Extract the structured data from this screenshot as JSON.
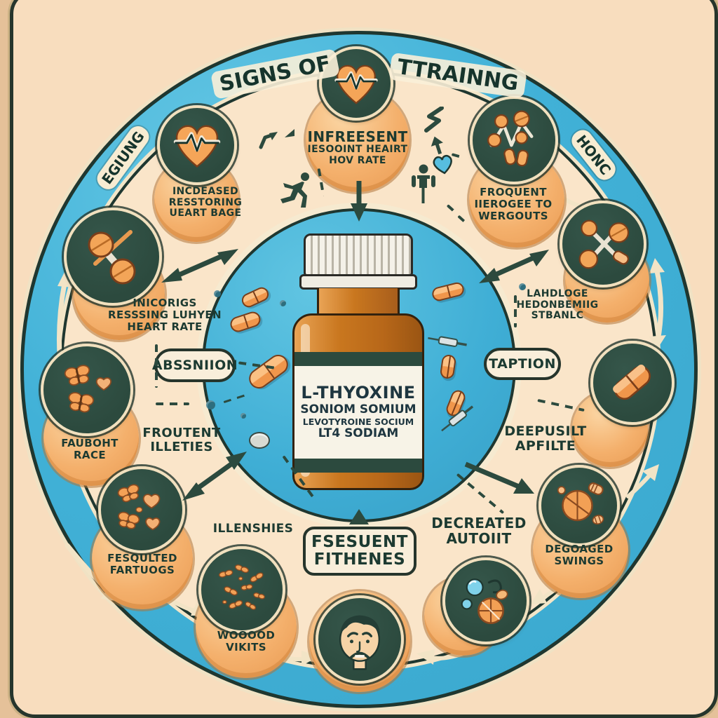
{
  "arc_title": {
    "left": "SIGNS OF",
    "right": "TTRAINNG"
  },
  "ring_tags": {
    "left": "EGIUNG",
    "right": "HONC"
  },
  "bottle": {
    "line1": "L-THYOXINE",
    "line2": "SONIOM SOMIUM",
    "line3": "LEVOTYROINE SOCIUM",
    "line4": "LT4 SODIAM"
  },
  "callouts": {
    "absorption": "ABSSNIION",
    "taption": "TAPTION",
    "fitness1": "FSESUENT",
    "fitness2": "FITHENES"
  },
  "badges": [
    {
      "id": "top-heart",
      "icon": "heart-ecg-icon",
      "lines": [
        "INFREESENT",
        "IESOOINT HEAIRT",
        "HOV RATE"
      ]
    },
    {
      "id": "upper-left-heart",
      "icon": "heart-ecg-icon",
      "lines": [
        "INCDEASED",
        "RESSTORING",
        "UEART BAGE"
      ]
    },
    {
      "id": "dumbbell-pills",
      "icon": "pill-dumbbell-icon",
      "lines": [
        "INICORIGS",
        "RESSSING LUHYEN",
        "HEART RATE"
      ]
    },
    {
      "id": "left-butterflies",
      "icon": "butterflies-icon",
      "lines": [
        "FAUBOHT",
        "RACE"
      ]
    },
    {
      "id": "lower-left-butterflies",
      "icon": "butterflies-hearts-icon",
      "lines": [
        "FESQULTED",
        "FARTUOGS"
      ]
    },
    {
      "id": "moths",
      "icon": "moths-icon",
      "lines": [
        "WOOOOD",
        "VIKITS"
      ]
    },
    {
      "id": "sad-face",
      "icon": "sad-face-icon",
      "lines": []
    },
    {
      "id": "bubbles-orange",
      "icon": "bubbles-orange-icon",
      "lines": []
    },
    {
      "id": "sliced-pill",
      "icon": "sliced-pill-icon",
      "lines": [
        "DEGOAGED",
        "SWINGS"
      ]
    },
    {
      "id": "capsule",
      "icon": "capsule-icon",
      "lines": []
    },
    {
      "id": "cross-pills",
      "icon": "cross-pills-icon",
      "lines": []
    },
    {
      "id": "pills-ecg",
      "icon": "pills-ecg-icon",
      "lines": [
        "FROQUENT",
        "IIEROGEE TO",
        "WERGOUTS"
      ]
    }
  ],
  "free_labels": {
    "froutent1": "FROUTENT",
    "froutent2": "ILLETIES",
    "illenshies": "ILLENSHIES",
    "decreated1": "DECREATED",
    "decreated2": "AUTOIIT",
    "deepusilt1": "DEEPUSILT",
    "deepusilt2": "APFILTE",
    "lahdloge1": "LAHDLOGE",
    "lahdloge2": "HEDONBEMIIG",
    "lahdloge3": "STBANLC"
  },
  "colors": {
    "band_blue": "#41B1D7",
    "badge_green": "#2C4A3E",
    "icon_orange": "#F2A158",
    "paper_peach": "#F8DDBE",
    "text_green": "#1C3A31",
    "bottle_amber": "#C9771F",
    "cream": "#F3E6C8"
  }
}
